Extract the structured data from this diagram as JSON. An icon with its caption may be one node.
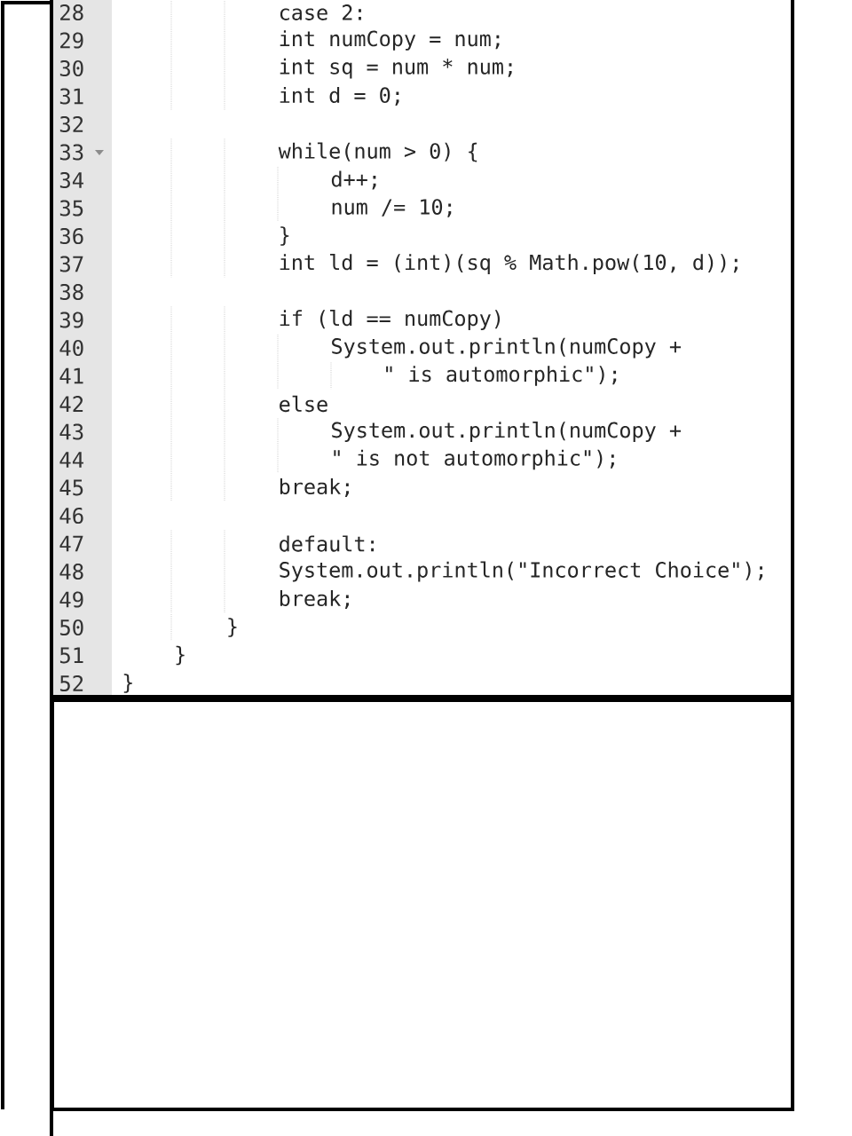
{
  "diagram": {
    "nodes": [
      {
        "text": [],
        "shape": "box"
      }
    ],
    "labels": [
      "28",
      "case 2:",
      "29",
      "int numCopy = num;",
      "30",
      "int sq = num * num;",
      "31",
      "int d = 0;",
      "32",
      "33",
      "while(num > 0) {",
      "34",
      "d++;",
      "35",
      "num /= 10;",
      "36",
      "}",
      "37",
      "int ld = (int)(sq % Math.pow(10, d));",
      "38",
      "39",
      "if (ld == numCopy)",
      "40",
      "System.out.println(numCopy +",
      "41",
      "\" is automorphic\");",
      "42",
      "else",
      "43",
      "System.out.println(numCopy +",
      "44",
      "\" is not automorphic\");",
      "45",
      "break;",
      "46",
      "47",
      "default:",
      "48",
      "System.out.println(\"Incorrect Choice\");",
      "49",
      "break;",
      "50",
      "}",
      "51",
      "}",
      "52",
      "}"
    ]
  }
}
